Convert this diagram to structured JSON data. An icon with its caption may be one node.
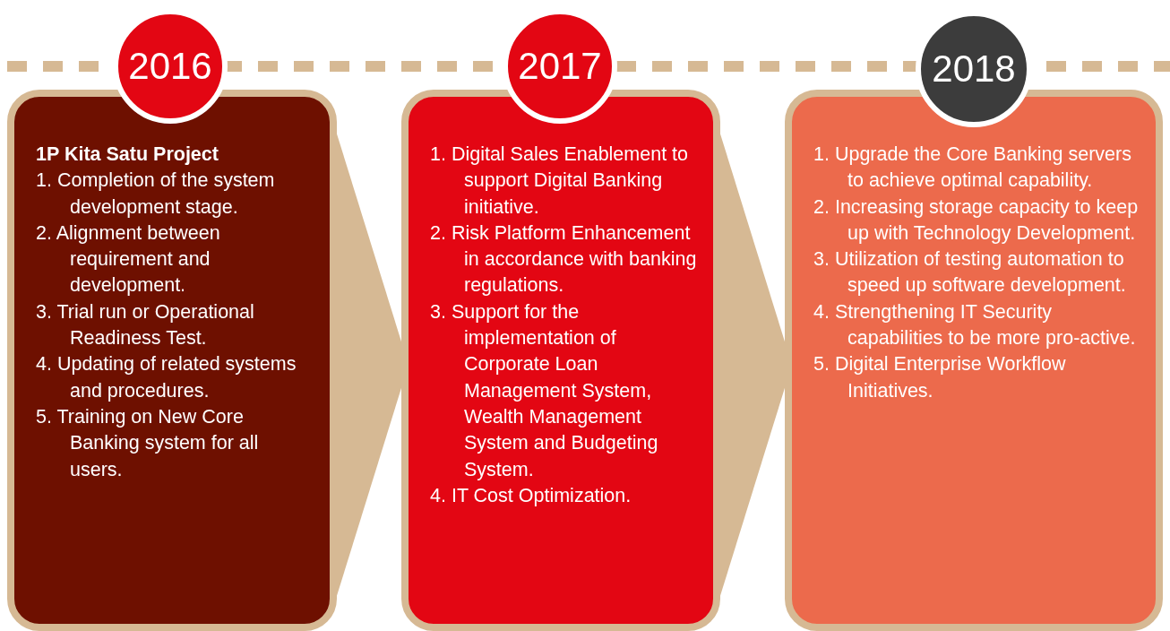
{
  "diagram": {
    "nodes": [
      {
        "text": [
          "2016"
        ]
      },
      {
        "text": [
          "1P Kita Satu Project",
          "1. Completion of the system development stage.",
          "2. Alignment between requirement and development.",
          "3. Trial run or Operational Readiness Test.",
          "4. Updating of related systems and procedures.",
          "5. Training on New Core Banking system for all users."
        ]
      },
      {
        "text": [
          "2017"
        ]
      },
      {
        "text": [
          "1. Digital Sales Enablement to support Digital Banking initiative.",
          "2. Risk Platform Enhancement in accordance with banking regulations.",
          "3. Support for the implementation of Corporate Loan Management System, Wealth Management System and Budgeting System.",
          "4. IT Cost Optimization."
        ]
      },
      {
        "text": [
          "2018"
        ]
      },
      {
        "text": [
          "1. Upgrade the Core Banking servers to achieve optimal capability.",
          "2. Increasing storage capacity to keep up with Technology Development.",
          "3. Utilization of testing automation to speed up software development.",
          "4. Strengthening IT Security capabilities to be more pro-active.",
          "5. Digital Enterprise Workflow Initiatives."
        ]
      }
    ],
    "edges": [
      {
        "from": 1,
        "to": 3,
        "arrow": "to"
      },
      {
        "from": 3,
        "to": 5,
        "arrow": "to"
      }
    ]
  }
}
